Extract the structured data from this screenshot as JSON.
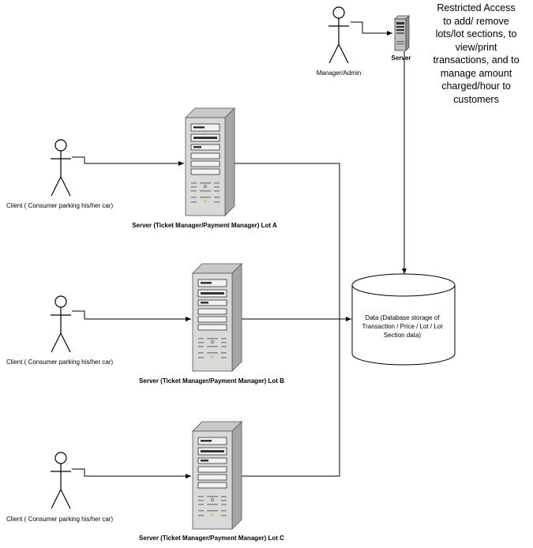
{
  "note": {
    "text": "Restricted Access to add/ remove lots/lot sections, to view/print transactions, and to manage amount charged/hour to customers"
  },
  "admin": {
    "actor_label": "Manager/Admin",
    "server_label": "Server"
  },
  "clients": [
    {
      "label": "Client ( Consumer parking his/her car)"
    },
    {
      "label": "Client ( Consumer parking his/her car)"
    },
    {
      "label": "Client ( Consumer parking his/her car)"
    }
  ],
  "servers": [
    {
      "label": "Server (Ticket Manager/Payment Manager) Lot A"
    },
    {
      "label": "Server (Ticket Manager/Payment Manager) Lot B"
    },
    {
      "label": "Server (Ticket Manager/Payment Manager) Lot C"
    }
  ],
  "database": {
    "label": "Data (Database storage of Transaction / Price / Lot / Lot Section data)"
  },
  "icons": {
    "actor": "stick-figure-actor-icon",
    "server": "server-tower-icon",
    "database": "database-cylinder-icon"
  },
  "colors": {
    "line": "#000000",
    "server_front": "#d9d9d9",
    "server_side": "#a6a6a6",
    "server_top": "#c8c8c8"
  }
}
